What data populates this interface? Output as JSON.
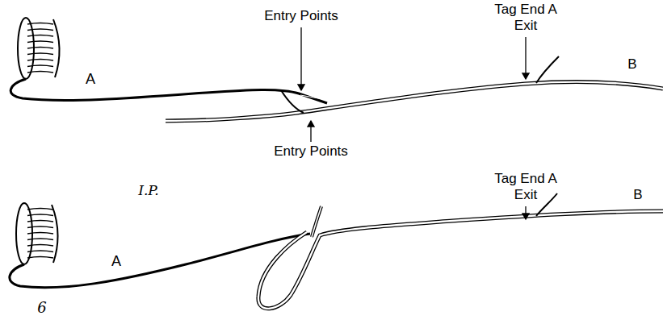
{
  "diagram": {
    "labels": [
      "Entry Points",
      "Tag End A Exit",
      "B",
      "A",
      "Entry Points",
      "Tag End A Exit",
      "B",
      "I.P.",
      "A",
      "6"
    ]
  }
}
